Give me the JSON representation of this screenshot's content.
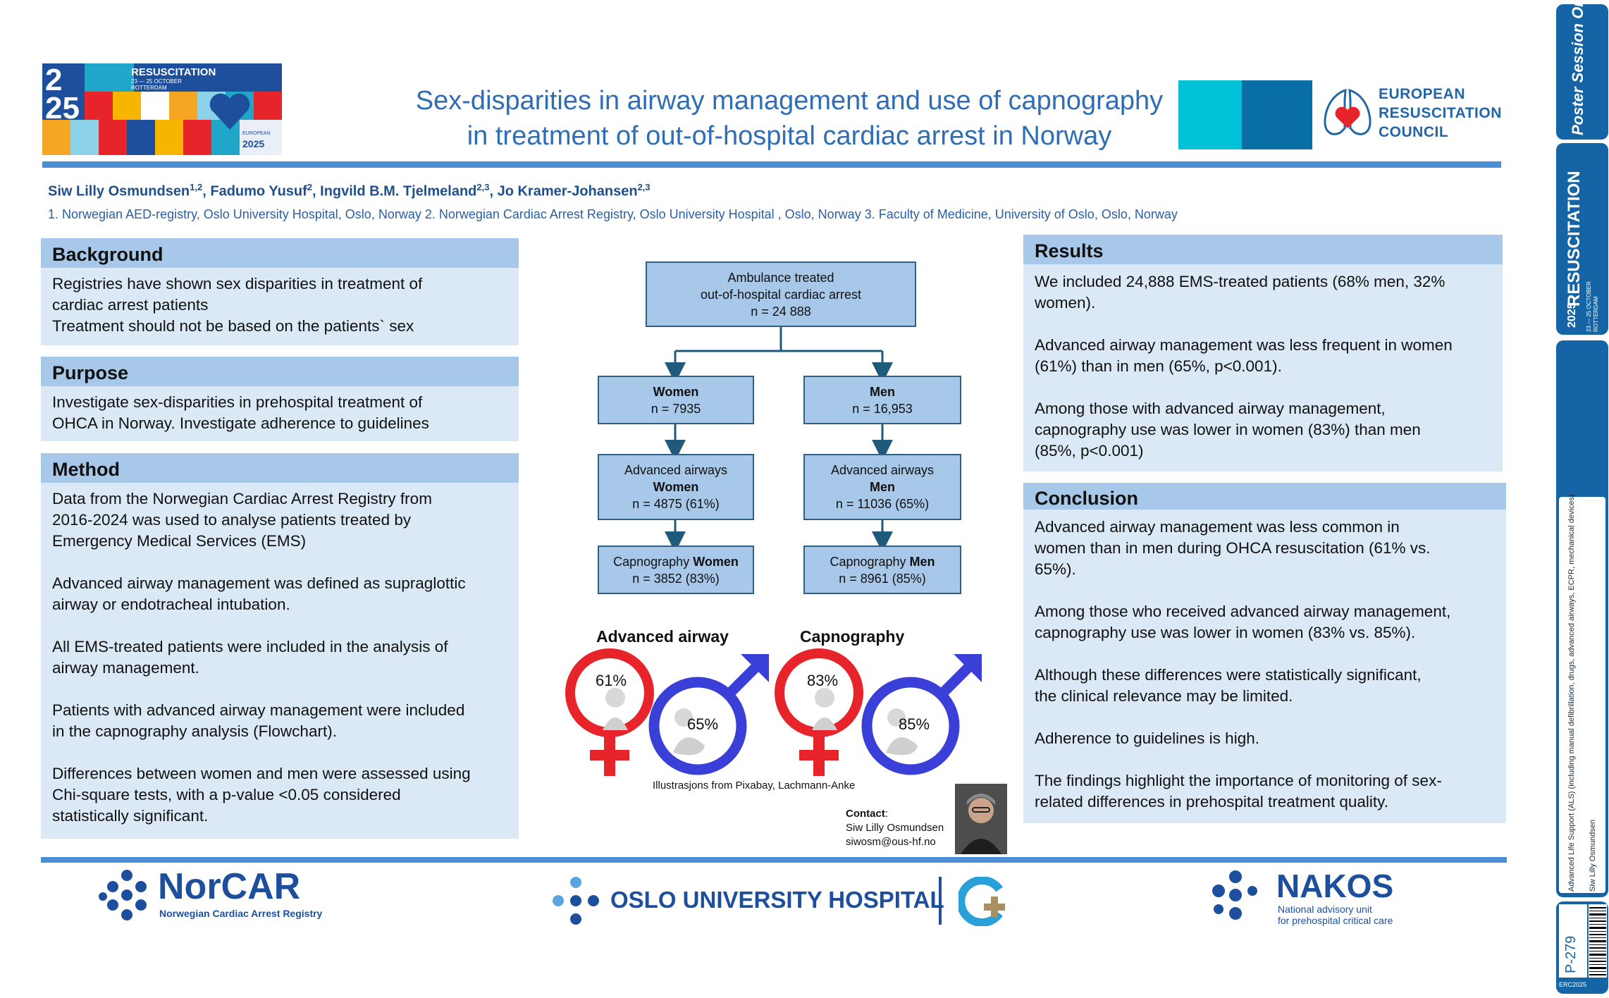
{
  "header": {
    "event_logo": {
      "name": "RESUSCITATION",
      "dates": "23 — 25 OCTOBER",
      "city": "ROTTERDAM",
      "corner_line1": "EUROPEAN",
      "corner_year": "2025"
    },
    "title_line1": "Sex-disparities in airway management and use of capnography",
    "title_line2": "in treatment of out-of-hospital cardiac arrest in Norway",
    "erc_logo": {
      "line1": "EUROPEAN",
      "line2": "RESUSCITATION",
      "line3": "COUNCIL"
    }
  },
  "authors": [
    {
      "name": "Siw Lilly Osmundsen",
      "sup": "1,2"
    },
    {
      "name": "Fadumo Yusuf",
      "sup": "2"
    },
    {
      "name": "Ingvild B.M. Tjelmeland",
      "sup": "2,3"
    },
    {
      "name": "Jo Kramer-Johansen",
      "sup": "2,3"
    }
  ],
  "affiliations": "1. Norwegian AED-registry, Oslo University Hospital, Oslo, Norway 2. Norwegian Cardiac Arrest Registry, Oslo University Hospital , Oslo, Norway 3. Faculty of Medicine, University of Oslo, Oslo, Norway",
  "background": {
    "heading": "Background",
    "lines": [
      "Registries have shown sex disparities in treatment of",
      "cardiac arrest patients",
      "Treatment should not be based on the patients` sex"
    ]
  },
  "purpose": {
    "heading": "Purpose",
    "lines": [
      "Investigate  sex-disparities in prehospital treatment of",
      "OHCA in Norway. Investigate adherence to guidelines"
    ]
  },
  "method": {
    "heading": "Method",
    "paragraphs": [
      [
        "Data from the Norwegian Cardiac Arrest Registry from",
        "2016-2024 was used to analyse patients treated by",
        "Emergency Medical Services (EMS)"
      ],
      [
        "Advanced airway management was defined as supraglottic",
        "airway or endotracheal intubation."
      ],
      [
        "All EMS-treated patients were included in the analysis of",
        "airway management."
      ],
      [
        "Patients with advanced airway management were included",
        "in the capnography analysis (Flowchart)."
      ],
      [
        "Differences between women and men were assessed using",
        "Chi-square tests, with a p-value <0.05 considered",
        "statistically significant."
      ]
    ]
  },
  "flowchart": {
    "top": {
      "line1": "Ambulance treated",
      "line2": "out-of-hospital cardiac arrest",
      "line3": "n = 24 888"
    },
    "women": {
      "line1": "Women",
      "line2": "n = 7935"
    },
    "men": {
      "line1": "Men",
      "line2": "n = 16,953"
    },
    "aw_women": {
      "line1": "Advanced airways",
      "line2": "Women",
      "line3": "n = 4875 (61%)"
    },
    "aw_men": {
      "line1": "Advanced airways",
      "line2": "Men",
      "line3": "n = 11036 (65%)"
    },
    "cap_women": {
      "prefix": "Capnography ",
      "bold": "Women",
      "line2": "n = 3852 (83%)"
    },
    "cap_men": {
      "prefix": "Capnography ",
      "bold": "Men",
      "line2": "n = 8961 (85%)"
    }
  },
  "figures": {
    "advanced_airway": {
      "label": "Advanced airway",
      "women_pct": "61%",
      "men_pct": "65%"
    },
    "capnography": {
      "label": "Capnography",
      "women_pct": "83%",
      "men_pct": "85%"
    },
    "credit": "Illustrasjons from  Pixabay, Lachmann-Anke"
  },
  "contact": {
    "label": "Contact",
    "colon": ":",
    "name": "Siw Lilly Osmundsen",
    "email": "siwosm@ous-hf.no"
  },
  "results": {
    "heading": "Results",
    "paragraphs": [
      [
        "We included 24,888 EMS-treated patients (68% men, 32%",
        "women)."
      ],
      [
        "Advanced airway management was less frequent in women",
        "(61%) than in men (65%, p<0.001)."
      ],
      [
        "Among those with advanced airway management,",
        "capnography use was lower in women (83%) than men",
        "(85%, p<0.001)"
      ]
    ]
  },
  "conclusion": {
    "heading": "Conclusion",
    "paragraphs": [
      [
        "Advanced airway management was  less common in",
        "women than in men during OHCA resuscitation  (61% vs.",
        "65%)."
      ],
      [
        "Among those who received advanced airway management,",
        "capnography use was lower in women (83% vs. 85%)."
      ],
      [
        "Although these differences were statistically significant,",
        "the clinical relevance may be limited."
      ],
      [
        "Adherence to guidelines is high."
      ],
      [
        "The findings highlight the importance of monitoring of sex-",
        "related differences in prehospital treatment quality."
      ]
    ]
  },
  "footer": {
    "norcar_name": "NorCAR",
    "norcar_sub": "Norwegian Cardiac Arrest Registry",
    "ous_name": "OSLO UNIVERSITY HOSPITAL",
    "nakos_name": "NAKOS",
    "nakos_sub1": "National advisory unit",
    "nakos_sub2": "for prehospital critical care"
  },
  "sidebar": {
    "poster_session": "Poster Session Online",
    "event_name": "RESUSCITATION",
    "event_year": "2025",
    "event_dates": "23 — 25 OCTOBER",
    "event_city": "ROTTERDAM",
    "topic": "Advanced Life Support (ALS) (including manual defibrillation, drugs, advanced airways, ECPR, mechanical devices)",
    "presenter": "Siw Lilly Osmundsen",
    "poster_id": "P-279",
    "congress_code": "ERC2025"
  },
  "colors": {
    "title_blue": "#2f6db5",
    "panel_bg": "#dbe9f7",
    "panel_header": "#a8c8ea",
    "rule_blue": "#4a8fd6",
    "sidebar_blue": "#1565a6",
    "female_red": "#e8242b",
    "male_blue": "#3a3fd8"
  }
}
